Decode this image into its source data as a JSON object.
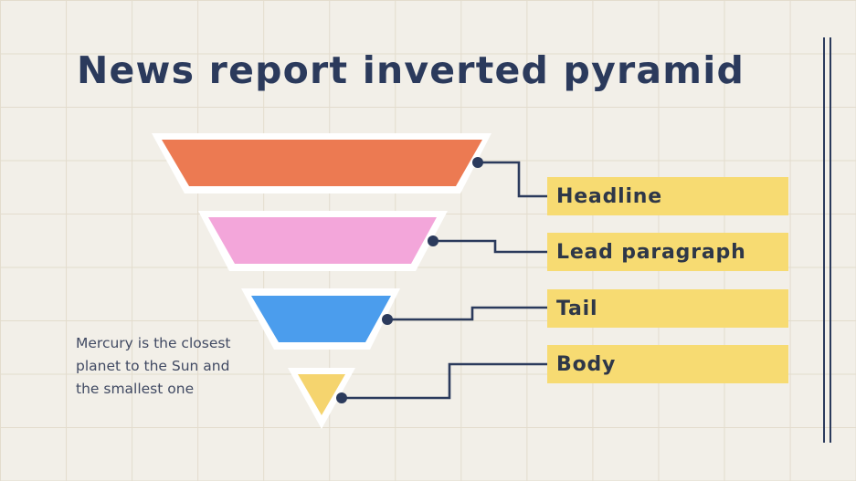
{
  "slide": {
    "title": "News report inverted pyramid",
    "description": "Mercury is the closest planet to the Sun and the smallest one",
    "colors": {
      "background": "#f2efe8",
      "grid": "#e3dccd",
      "title": "#2b3a5c",
      "connector": "#2b3a5c",
      "label_fill": "#f7db72",
      "outline": "#ffffff"
    }
  },
  "pyramid": {
    "levels": [
      {
        "id": "headline",
        "label": "Headline",
        "fill": "#ec7a52"
      },
      {
        "id": "lead",
        "label": "Lead paragraph",
        "fill": "#f3a6da"
      },
      {
        "id": "tail",
        "label": "Tail",
        "fill": "#4b9ded"
      },
      {
        "id": "body",
        "label": "Body",
        "fill": "#f5d46e"
      }
    ]
  }
}
